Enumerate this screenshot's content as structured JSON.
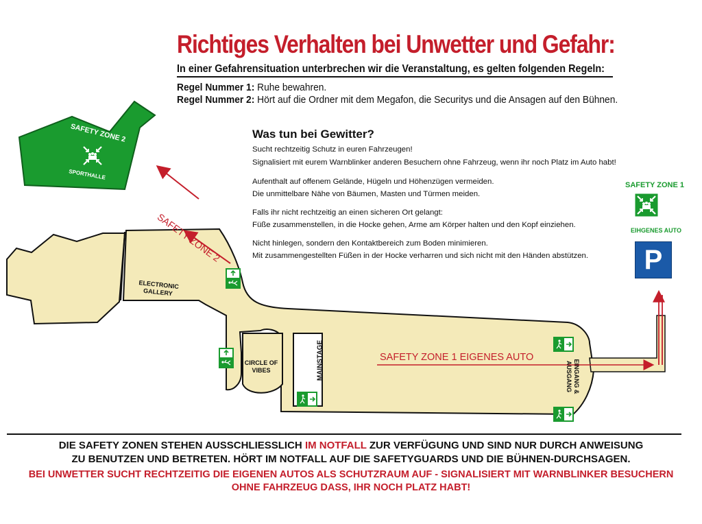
{
  "header": {
    "title": "Richtiges Verhalten bei Unwetter und Gefahr:",
    "subtitle": "In einer Gefahrensituation unterbrechen wir die Veranstaltung, es gelten folgenden Regeln:",
    "rules": [
      {
        "label": "Regel Nummer 1:",
        "text": "Ruhe bewahren."
      },
      {
        "label": "Regel Nummer 2:",
        "text": "Hört auf die Ordner mit dem Megafon, die Securitys und die Ansagen auf den Bühnen."
      }
    ]
  },
  "gewitter": {
    "title": "Was tun bei Gewitter?",
    "lines": [
      "Sucht rechtzeitig Schutz in euren Fahrzeugen!",
      "Signalisiert mit eurem Warnblinker anderen Besuchern ohne Fahrzeug, wenn ihr noch Platz im Auto habt!",
      "Aufenthalt auf offenem Gelände, Hügeln und Höhenzügen vermeiden.",
      "Die unmittelbare Nähe von Bäumen, Masten und Türmen meiden.",
      "Falls ihr nicht rechtzeitig an einen sicheren Ort gelangt:",
      "Füße zusammenstellen, in die Hocke gehen, Arme am Körper halten und den Kopf einziehen.",
      "Nicht hinlegen, sondern den Kontaktbereich zum Boden minimieren.",
      "Mit zusammengestellten Füßen in der Hocke verharren und sich nicht mit den Händen abstützen."
    ]
  },
  "map": {
    "safety_zone_2_box": {
      "title": "SAFETY ZONE 2",
      "sub": "SPORTHALLE"
    },
    "safety_zone_2_path": "SAFETY ZONE 2",
    "safety_zone_1_box": {
      "title": "SAFETY ZONE 1",
      "sub": "EIHGENES AUTO"
    },
    "safety_zone_1_path": "SAFETY ZONE 1 EIGENES AUTO",
    "parking": "P",
    "areas": {
      "electronic": "ELECTRONIC\nGALLERY",
      "circle": "CIRCLE OF\nVIBES",
      "mainstage": "MAINSTAGE",
      "entrance": "EINGANG &\nAUSGANG"
    },
    "colors": {
      "zone_fill": "#f4eab9",
      "green": "#1a9b2f",
      "red": "#c41e2b",
      "blue": "#1b5aa8"
    }
  },
  "footer": {
    "line1_a": "DIE SAFETY ZONEN STEHEN AUSSCHLIESSLICH ",
    "line1_red": "IM NOTFALL",
    "line1_b": " ZUR VERFÜGUNG UND SIND NUR DURCH ANWEISUNG",
    "line2": "ZU BENUTZEN UND BETRETEN. HÖRT IM NOTFALL AUF DIE SAFETYGUARDS UND DIE BÜHNEN-DURCHSAGEN.",
    "line3": "BEI UNWETTER SUCHT RECHTZEITIG DIE EIGENEN AUTOS ALS SCHUTZRAUM AUF - SIGNALISIERT MIT WARNBLINKER BESUCHERN",
    "line4": "OHNE FAHRZEUG DASS, IHR NOCH PLATZ HABT!"
  }
}
